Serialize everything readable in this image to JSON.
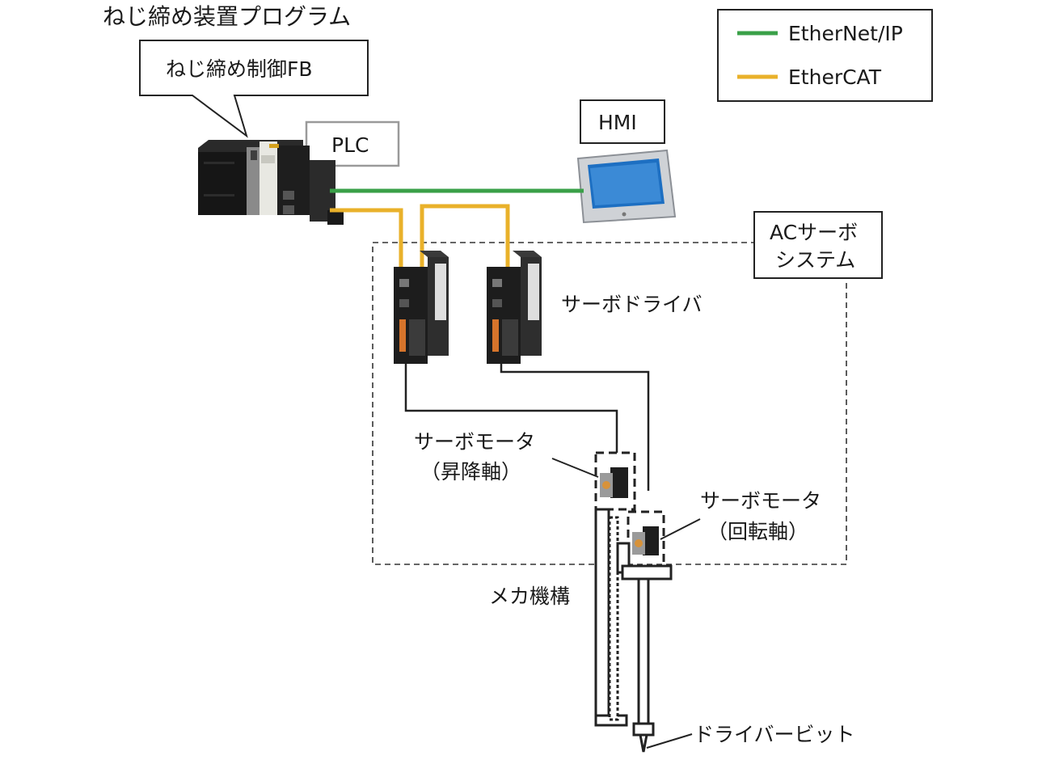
{
  "title": "ねじ締め装置プログラム",
  "callout_fb": "ねじ締め制御FB",
  "plc_label": "PLC",
  "hmi_label": "HMI",
  "servo_system_label": [
    "ACサーボ",
    "システム"
  ],
  "servo_driver_label": "サーボドライバ",
  "motor_lift_label": [
    "サーボモータ",
    "（昇降軸）"
  ],
  "motor_rot_label": [
    "サーボモータ",
    "（回転軸）"
  ],
  "mech_label": "メカ機構",
  "bit_label": "ドライバービット",
  "legend": {
    "items": [
      {
        "label": "EtherNet/IP",
        "color": "#3aa048"
      },
      {
        "label": "EtherCAT",
        "color": "#e9b12a"
      }
    ]
  }
}
